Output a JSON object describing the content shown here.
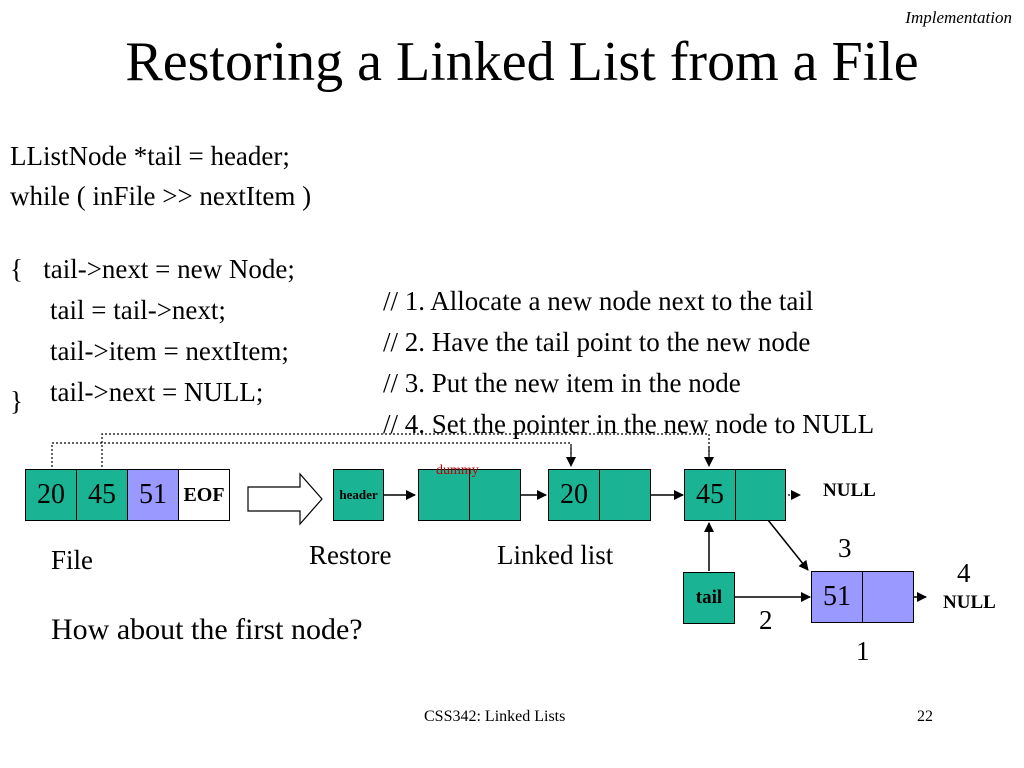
{
  "header": {
    "section_tag": "Implementation",
    "title": "Restoring a Linked List from a File"
  },
  "code": {
    "line1": "LListNode *tail = header;",
    "line2": "while ( inFile >> nextItem )",
    "line3_stmt": "{   tail->next = new Node;",
    "line3_comment": "// 1. Allocate a new node next to the tail",
    "line4_stmt": "tail = tail->next;",
    "line4_comment": "// 2. Have the tail point to the new node",
    "line5_stmt": "tail->item = nextItem;",
    "line5_comment": "// 3. Put the new item in the node",
    "line6_stmt": "tail->next = NULL;",
    "line6_comment": "// 4. Set the pointer in the new node to NULL",
    "line7": "}"
  },
  "file": {
    "values": [
      "20",
      "45",
      "51"
    ],
    "eof": "EOF",
    "label": "File"
  },
  "restore_label": "Restore",
  "linked_list": {
    "header_label": "header",
    "dummy_label": "dummy",
    "node1_value": "20",
    "node2_value": "45",
    "null_label_top": "NULL",
    "label": "Linked list"
  },
  "tail_box": {
    "label": "tail"
  },
  "new_node": {
    "value": "51",
    "null_label": "NULL"
  },
  "step_numbers": {
    "one": "1",
    "two": "2",
    "three": "3",
    "four": "4"
  },
  "question": "How about the first node?",
  "footer": {
    "course": "CSS342: Linked Lists",
    "page": "22"
  },
  "colors": {
    "node_fill": "#1ab394",
    "highlight_fill": "#9999ff"
  }
}
